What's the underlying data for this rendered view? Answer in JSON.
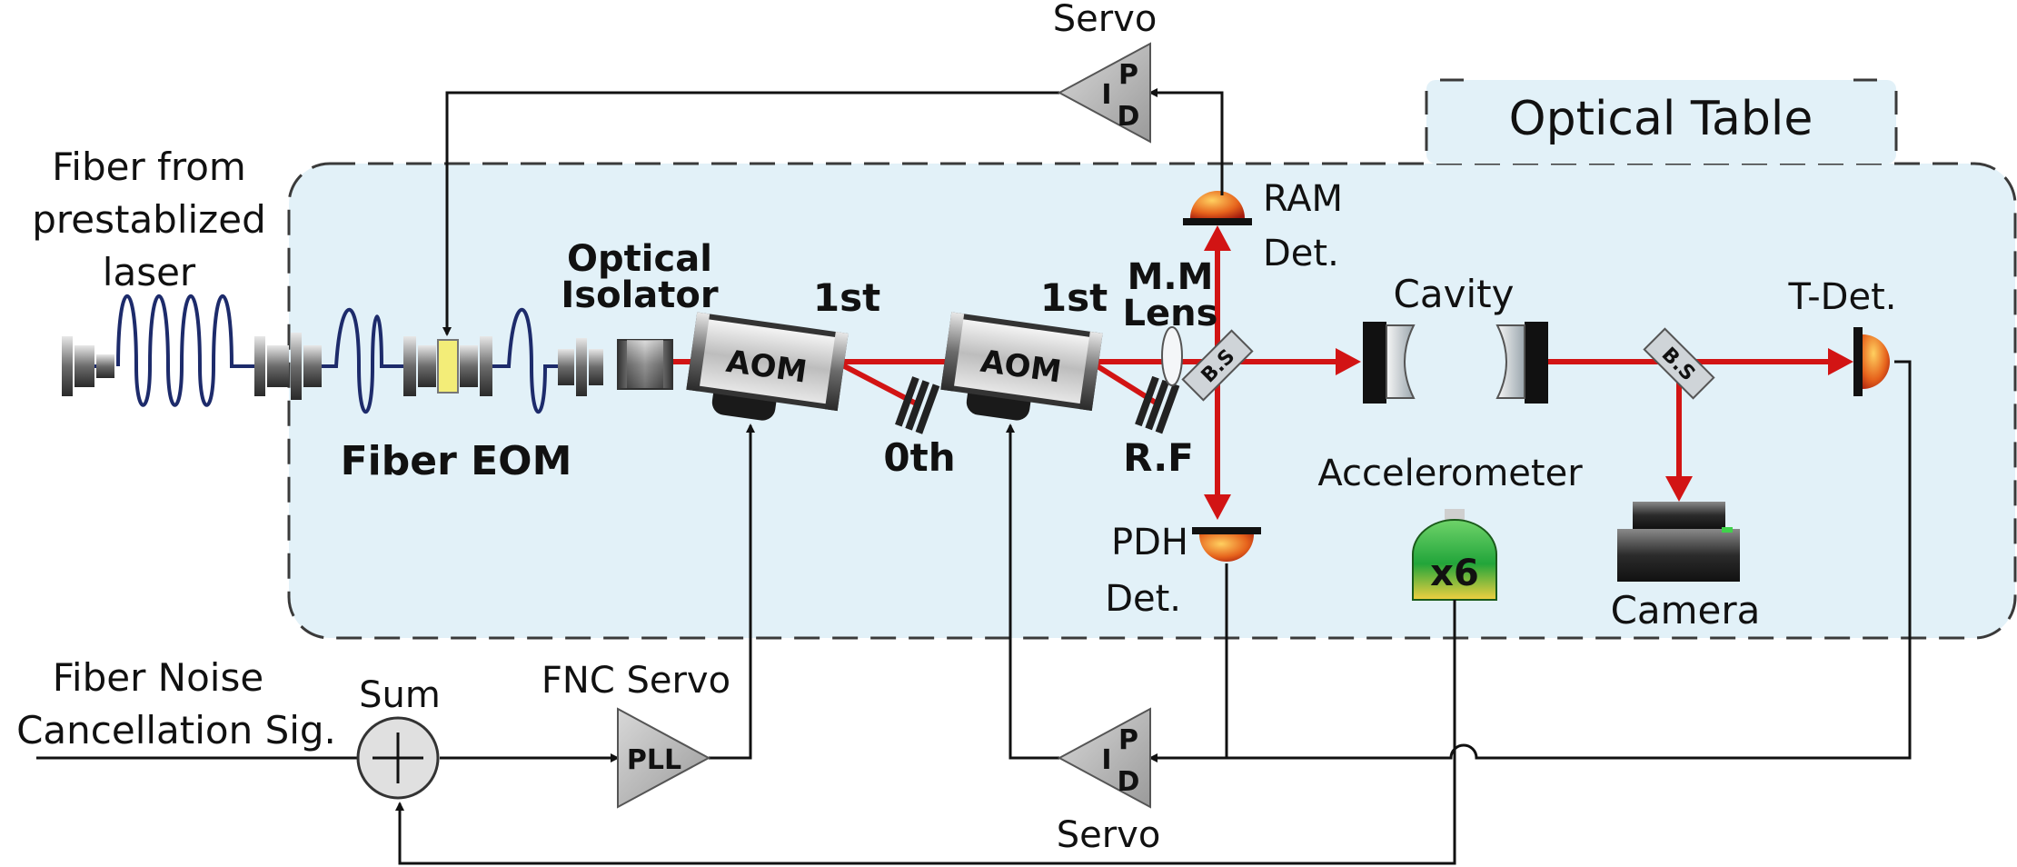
{
  "labels": {
    "optical_table": "Optical Table",
    "fiber_from_l1": "Fiber from",
    "fiber_from_l2": "prestablized",
    "fiber_from_l3": "laser",
    "fiber_eom": "Fiber EOM",
    "optical_isolator_l1": "Optical",
    "optical_isolator_l2": "Isolator",
    "aom1_order": "1st",
    "aom2_order": "1st",
    "aom_text": "AOM",
    "zeroth": "0th",
    "rf": "R.F",
    "mm_lens_l1": "M.M",
    "mm_lens_l2": "Lens",
    "bs": "B.S",
    "ram_det_l1": "RAM",
    "ram_det_l2": "Det.",
    "pdh_det_l1": "PDH",
    "pdh_det_l2": "Det.",
    "cavity": "Cavity",
    "t_det": "T-Det.",
    "accelerometer": "Accelerometer",
    "x6": "x6",
    "camera": "Camera",
    "servo_top": "Servo",
    "servo_bottom": "Servo",
    "fnc_servo": "FNC Servo",
    "pll": "PLL",
    "sum": "Sum",
    "fnc_sig_l1": "Fiber Noise",
    "fnc_sig_l2": "Cancellation Sig.",
    "pid_p": "P",
    "pid_i": "I",
    "pid_d": "D"
  },
  "colors": {
    "table_fill": "#e2f1f8",
    "beam": "#d21414",
    "fiber": "#1d2b6b",
    "wire": "#111111",
    "accelerometer": "#22a53a"
  }
}
